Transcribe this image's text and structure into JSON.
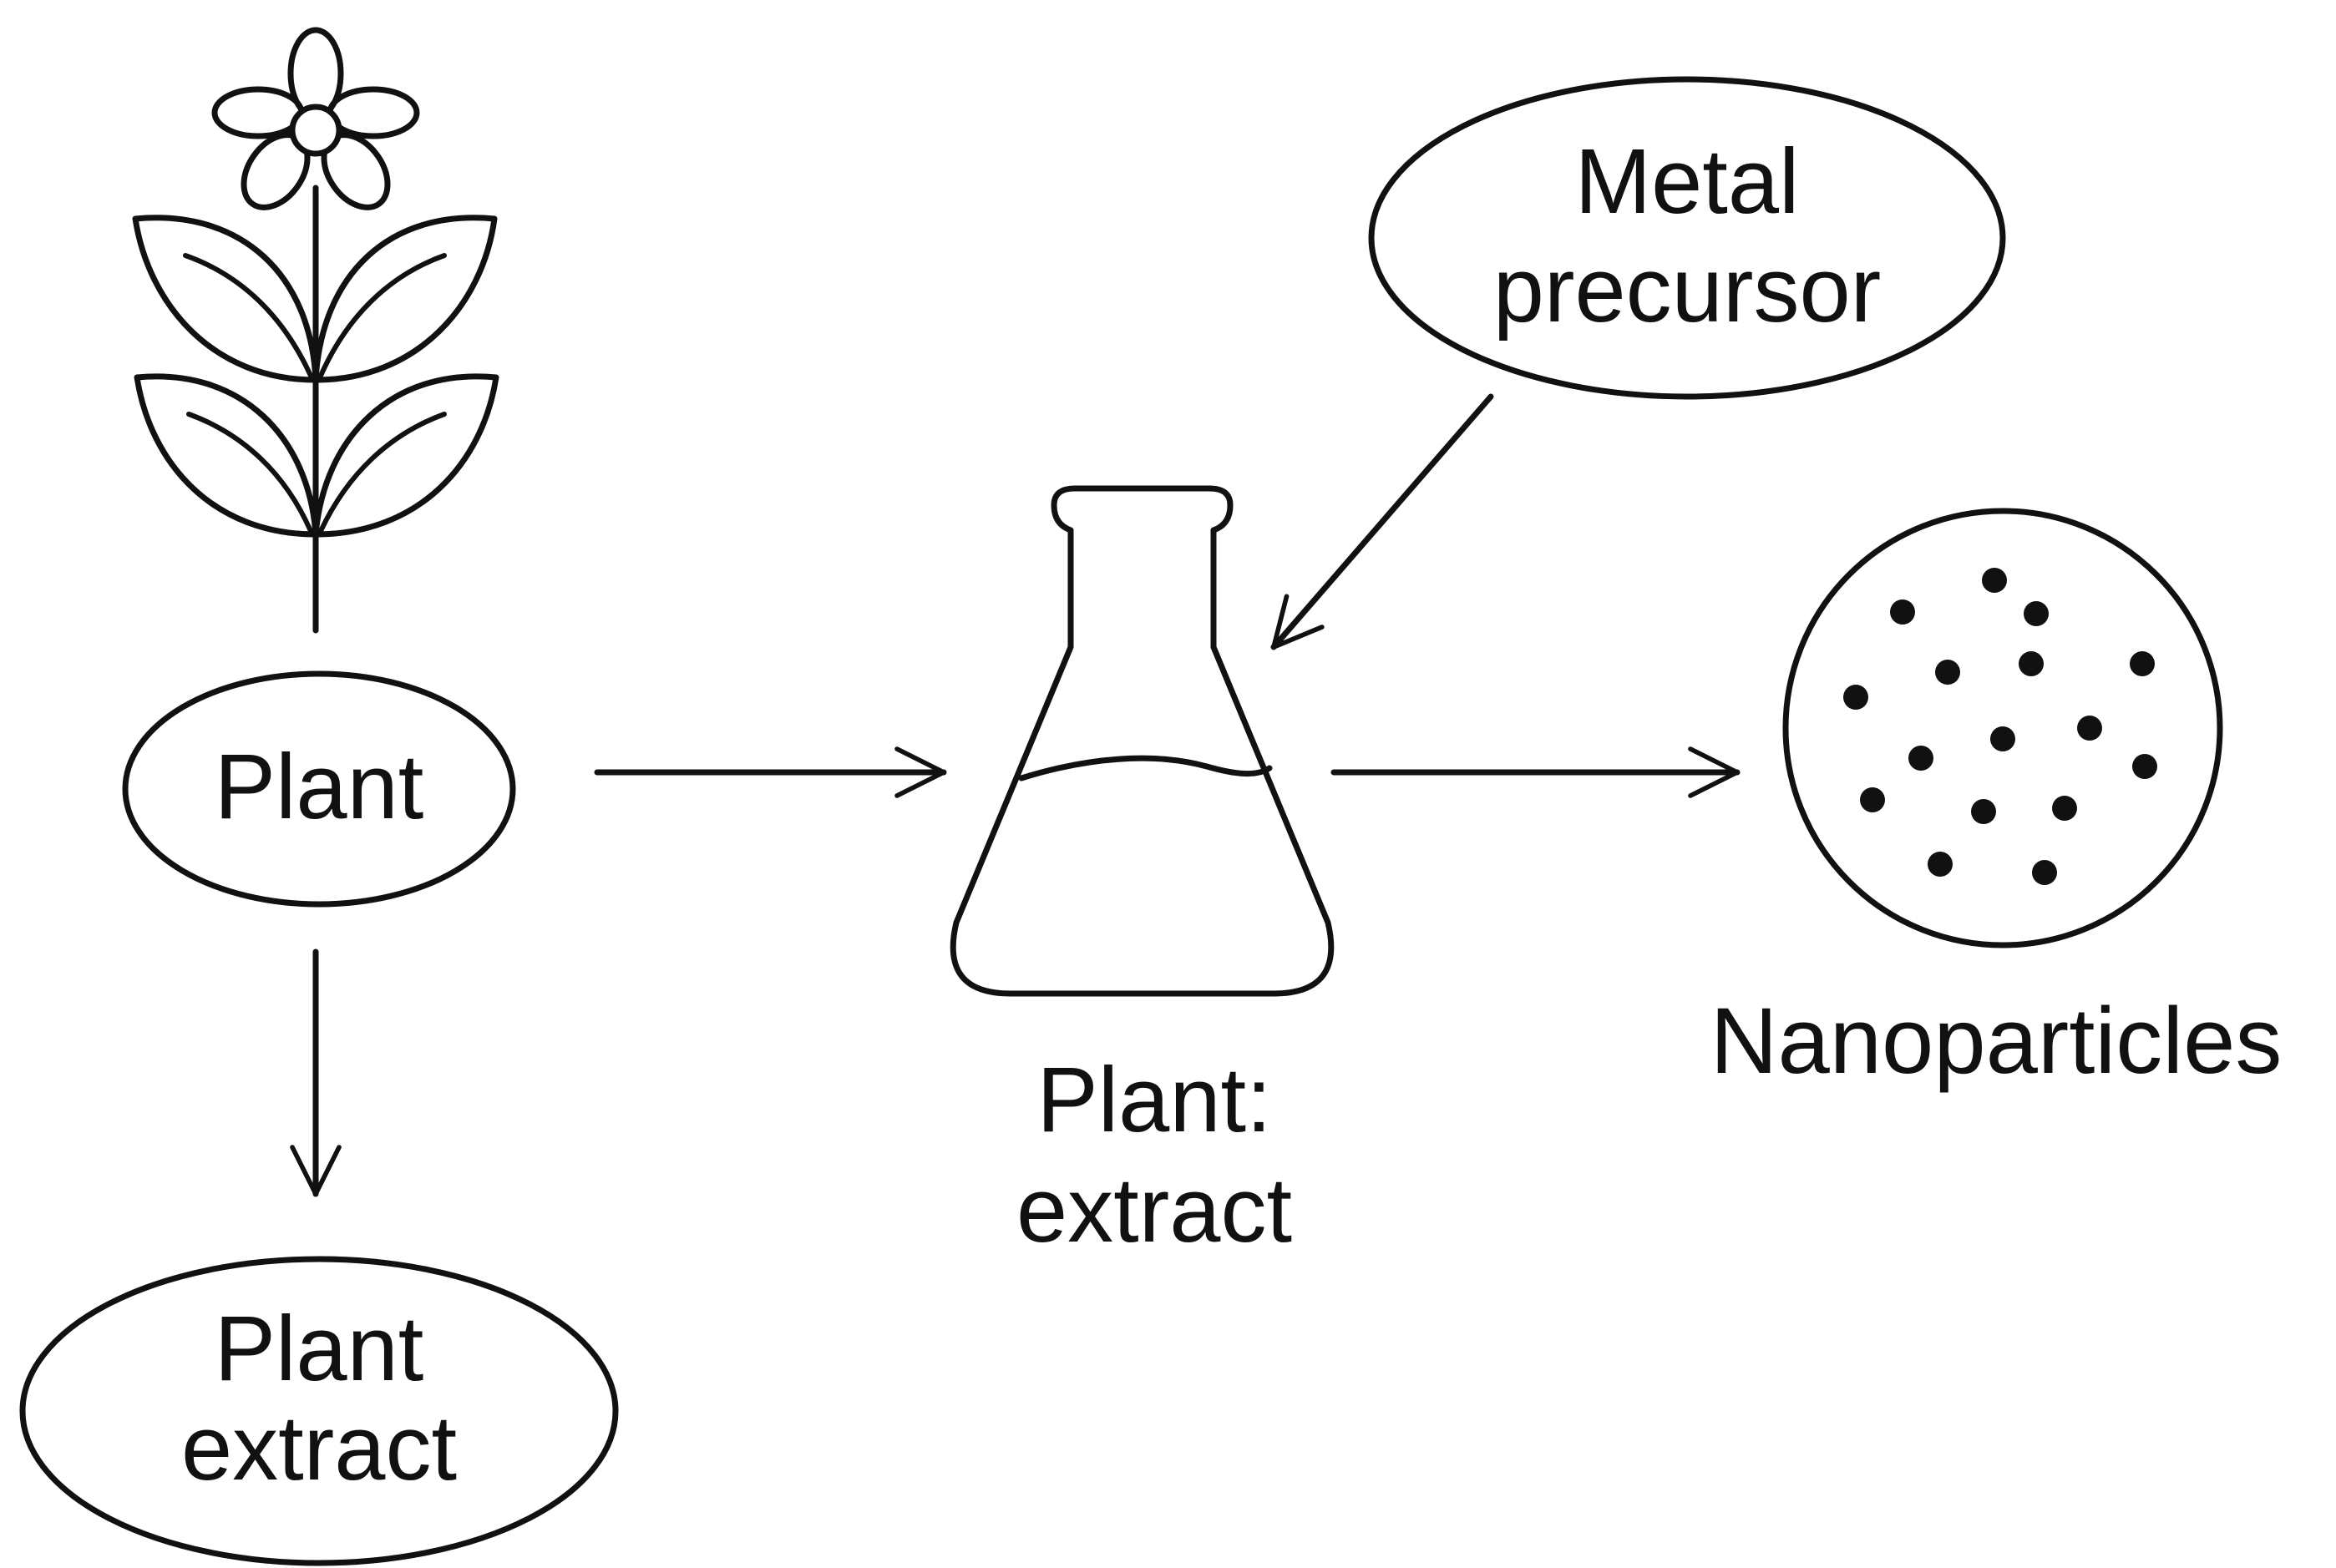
{
  "nodes": {
    "plant": {
      "label": "Plant"
    },
    "plant_extract": {
      "line1": "Plant",
      "line2": "extract"
    },
    "flask": {
      "line1": "Plant:",
      "line2": "extract"
    },
    "metal_precursor": {
      "line1": "Metal",
      "line2": "precursor"
    },
    "nanoparticles": {
      "label": "Nanoparticles"
    }
  },
  "icons": {
    "plant": "flowering-plant-icon",
    "flask": "erlenmeyer-flask-icon",
    "nanoparticles": "nanoparticle-dish-icon"
  },
  "colors": {
    "ink": "#111111",
    "background": "#ffffff"
  }
}
